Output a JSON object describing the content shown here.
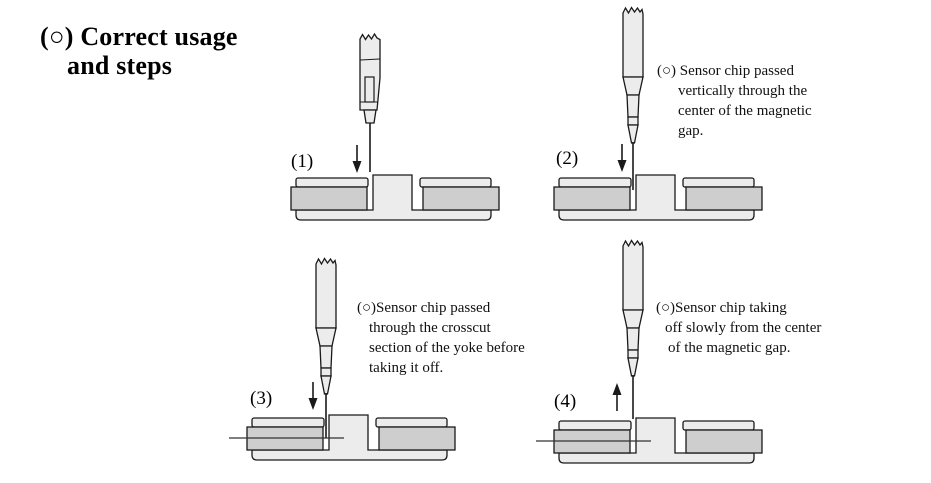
{
  "title": {
    "line1": "(○) Correct usage",
    "line2": "and steps"
  },
  "steps": [
    {
      "label": "(1)",
      "note_lines": []
    },
    {
      "label": "(2)",
      "note_lines": [
        "(○) Sensor chip passed",
        "vertically through the",
        "center of the magnetic",
        "gap."
      ]
    },
    {
      "label": "(3)",
      "note_lines": [
        "(○)Sensor chip passed",
        "through the crosscut",
        "section of the yoke before",
        "taking it off."
      ]
    },
    {
      "label": "(4)",
      "note_lines": [
        "(○)Sensor chip taking",
        "off slowly from the center",
        "of the magnetic gap."
      ]
    }
  ],
  "icons": {
    "arrow_down": "↓",
    "arrow_up": "↑"
  },
  "colors": {
    "background": "#ffffff",
    "light_fill": "#ececec",
    "dark_fill": "#cecece",
    "outline": "#1a1a1a",
    "crosscut": "#333333"
  }
}
